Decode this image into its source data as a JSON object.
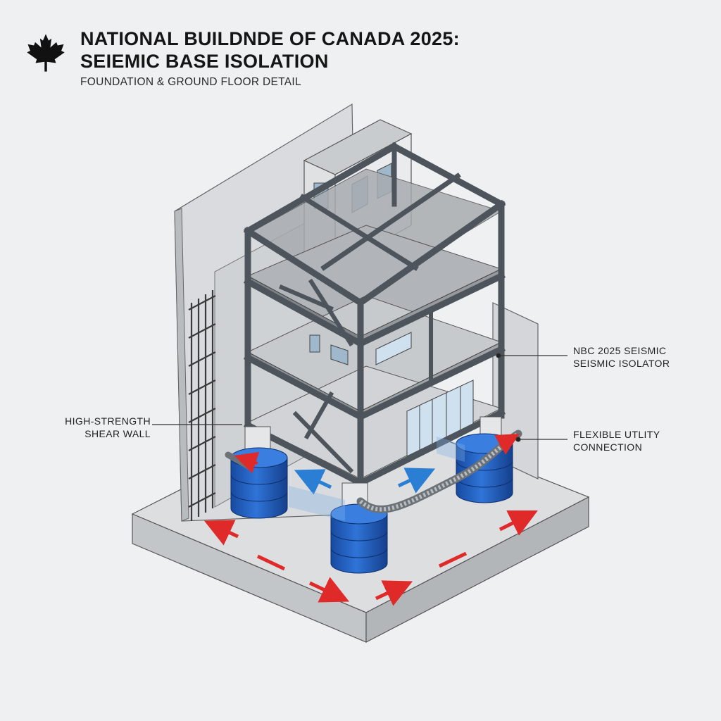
{
  "header": {
    "title_line1": "NATIONAL BUILDNDE OF CANADA 2025:",
    "title_line2": "SEIEMIC BASE ISOLATION",
    "subtitle": "FOUNDATION & GROUND FLOOR DETAIL",
    "logo_icon": "maple-leaf-icon"
  },
  "callouts": {
    "shear_wall_line1": "HIGH-STRENGTH",
    "shear_wall_line2": "SHEAR WALL",
    "isolator_line1": "NBC 2025 SEISMIC",
    "isolator_line2": "SEISMIC ISOLATOR",
    "utility_line1": "FLEXIBLE UTLITY",
    "utility_line2": "CONNECTION"
  },
  "colors": {
    "isolator_blue": "#1f5fc4",
    "ground_motion_red": "#e02a2a",
    "building_motion_blue": "#2a7fd4",
    "steel_frame": "#4d545c",
    "concrete": "#cfd2d5"
  }
}
